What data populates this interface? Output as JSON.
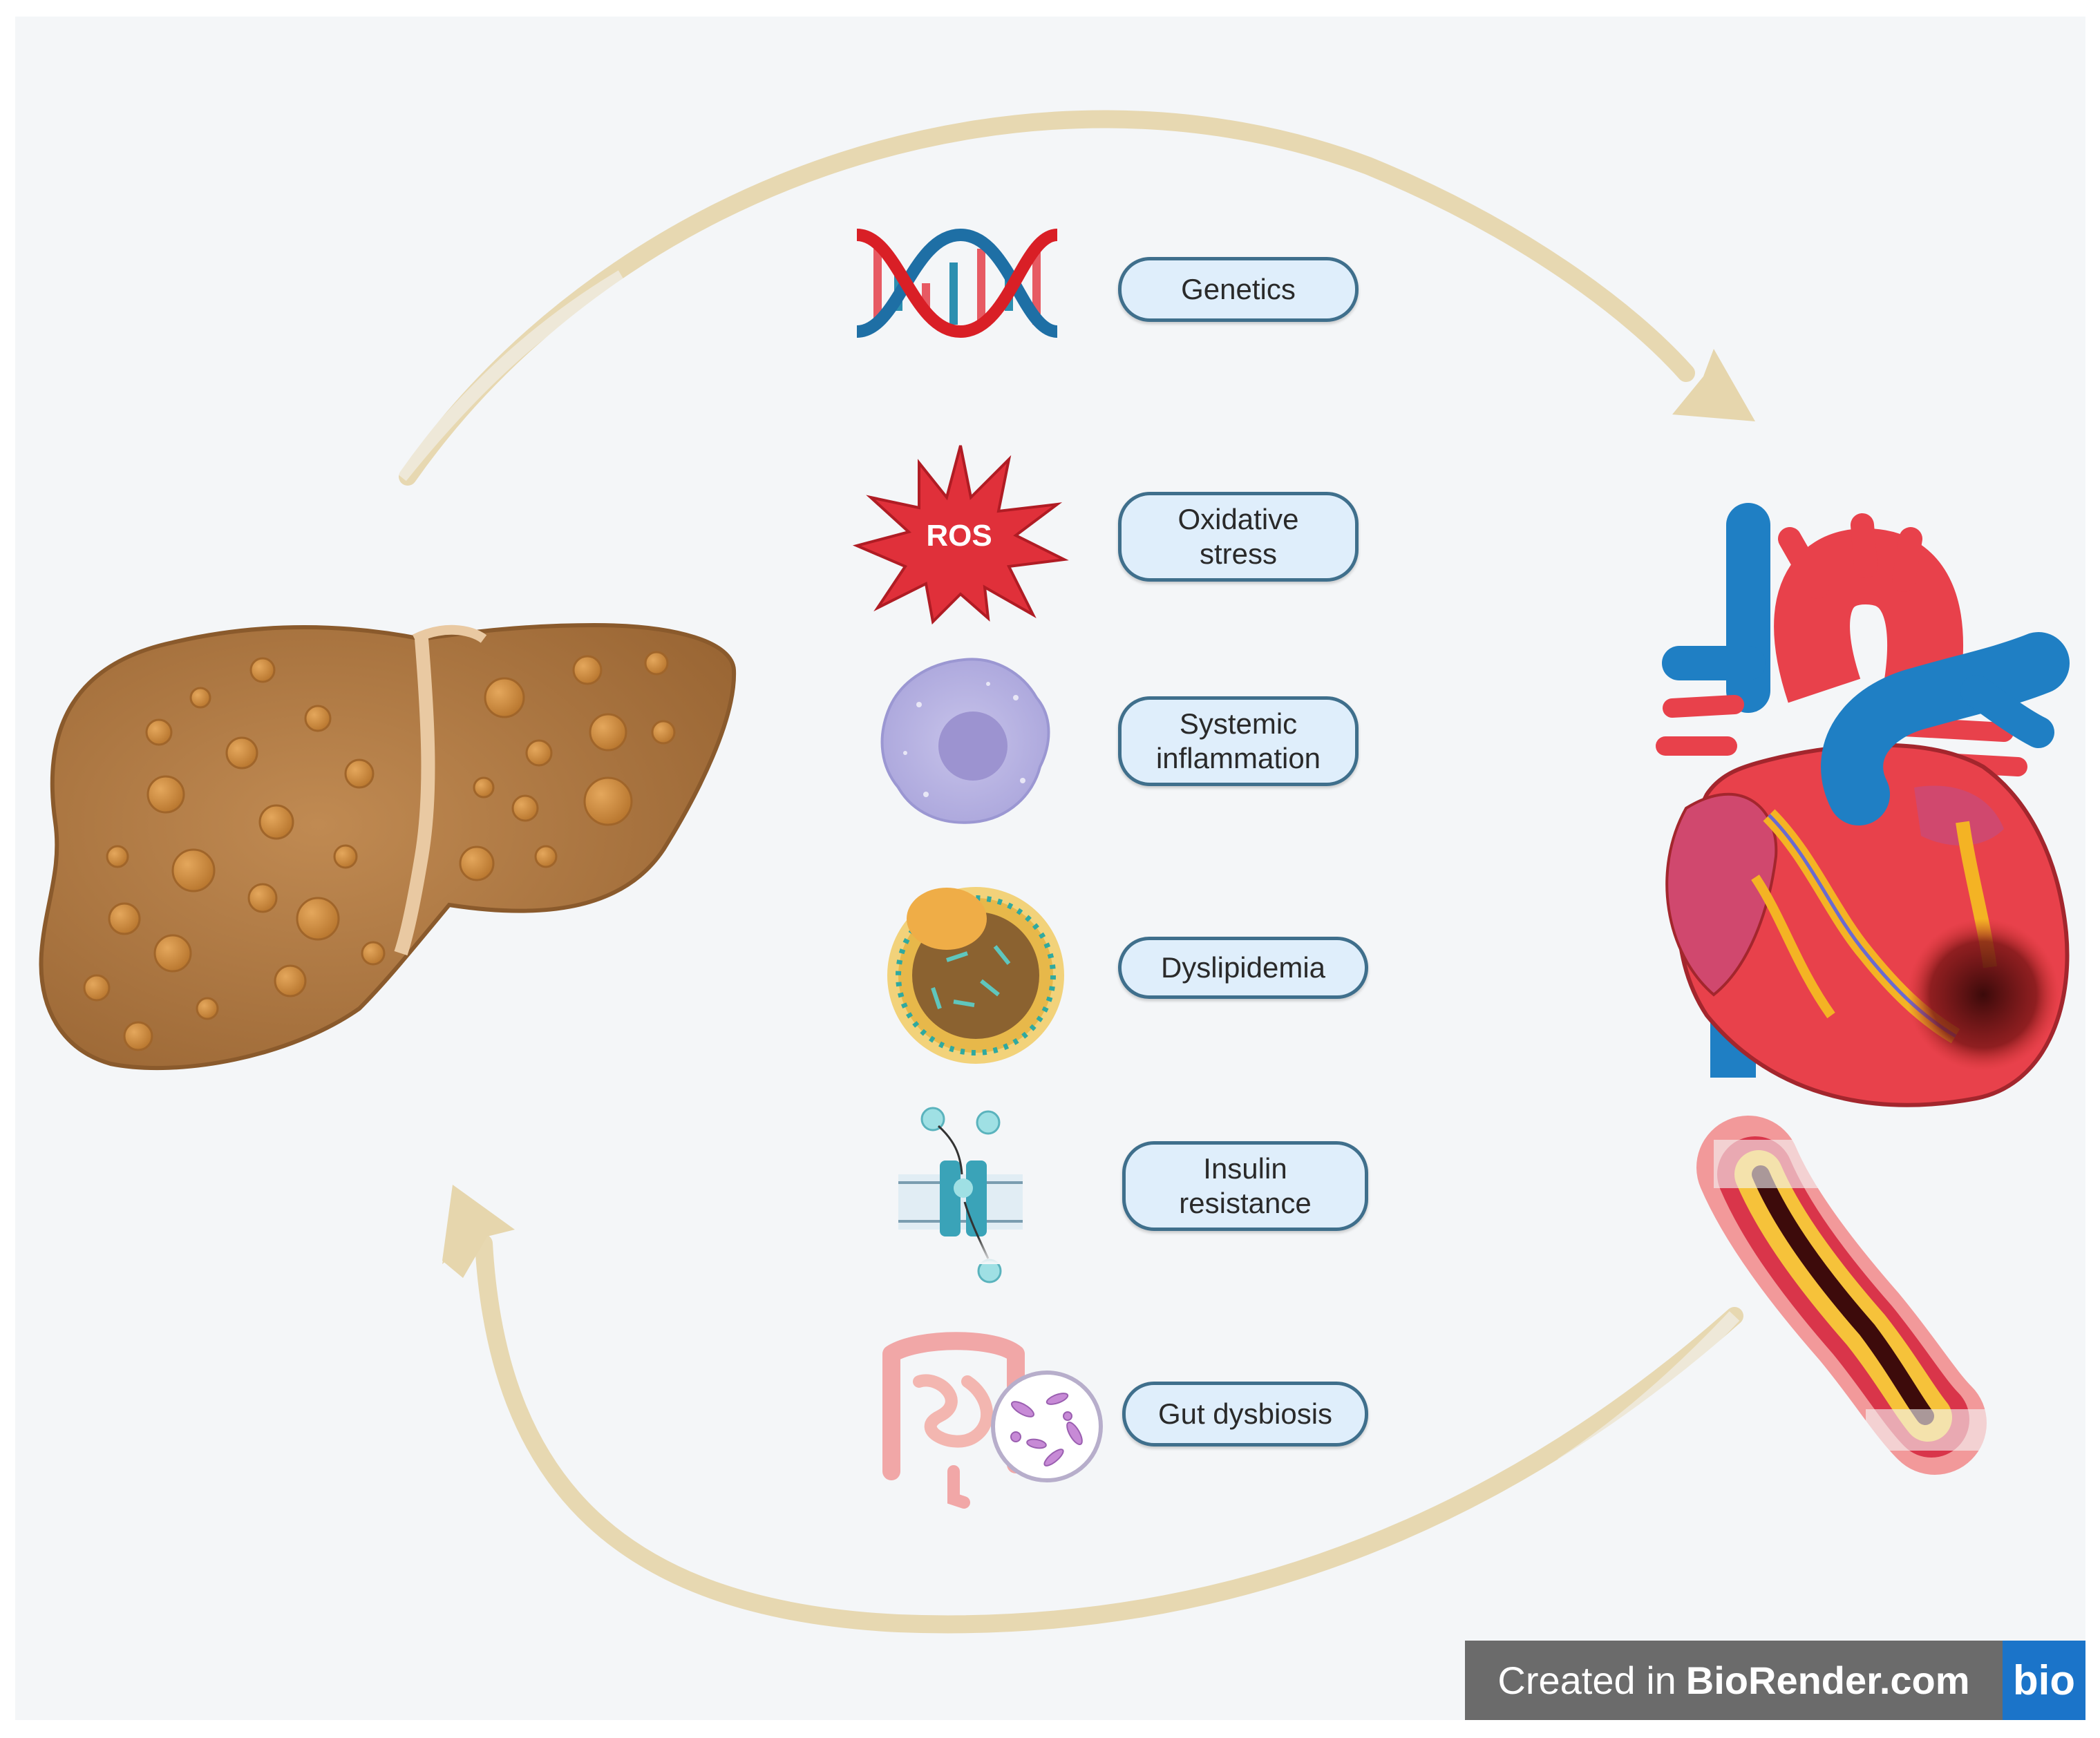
{
  "figure": {
    "factors": [
      {
        "key": "genetics",
        "label": "Genetics",
        "icon": "dna-icon"
      },
      {
        "key": "oxidative",
        "label": "Oxidative\nstress",
        "icon": "ros-burst-icon"
      },
      {
        "key": "inflammation",
        "label": "Systemic\ninflammation",
        "icon": "immune-cell-icon"
      },
      {
        "key": "dyslipidemia",
        "label": "Dyslipidemia",
        "icon": "lipoprotein-icon"
      },
      {
        "key": "insulin",
        "label": "Insulin\nresistance",
        "icon": "insulin-receptor-icon"
      },
      {
        "key": "gut",
        "label": "Gut dysbiosis",
        "icon": "gut-microbiota-icon"
      }
    ],
    "ros_text": "ROS",
    "organs": {
      "left": "fatty-liver-icon",
      "right": "heart-icon",
      "right_lower": "atherosclerotic-artery-icon"
    },
    "credit": {
      "prefix": "Created in",
      "brand": "BioRender.com",
      "logo": "bio"
    },
    "colors": {
      "arrow": "#e6d6ad",
      "pill_fill": "#dfeefb",
      "pill_border": "#3f6f8c",
      "liver": "#b07842",
      "heart_red": "#e8414b",
      "vein_blue": "#1f7fc4"
    }
  }
}
